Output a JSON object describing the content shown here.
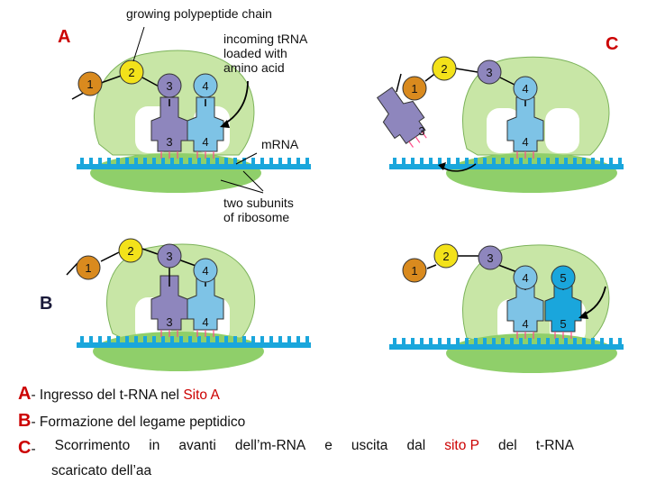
{
  "labels": {
    "growing_chain": "growing polypeptide chain",
    "incoming_trna": [
      "incoming tRNA",
      "loaded with",
      "amino acid"
    ],
    "mrna": "mRNA",
    "subunits": [
      "two subunits",
      "of ribosome"
    ]
  },
  "panel_letters": {
    "a": "A",
    "b": "B",
    "c": "C"
  },
  "amino_acids": {
    "aa1": "1",
    "aa2": "2",
    "aa3": "3",
    "aa4": "4",
    "aa5": "5"
  },
  "trna_codes": {
    "t3": "3",
    "t4": "4",
    "t5": "5"
  },
  "caption": {
    "a_letter": "A",
    "a_text": "- Ingresso del  t-RNA nel ",
    "a_red": "Sito A",
    "b_letter": "B",
    "b_text": "- Formazione del legame peptidico",
    "c_letter": "C",
    "c_words": [
      "-",
      "Scorrimento",
      "in",
      "avanti",
      "dell’m-RNA",
      "e",
      "uscita",
      "dal"
    ],
    "c_red": "sito P",
    "c_words_end": [
      "del",
      "t-RNA"
    ],
    "c_line2": "scaricato dell’aa"
  },
  "colors": {
    "ribosome_small": "#8fcf6a",
    "ribosome_large": "#c8e6a6",
    "mrna": "#1aa6dc",
    "aa1": "#d98a1e",
    "aa2": "#f3e21a",
    "aa3": "#8e86bd",
    "aa4": "#7ec3e6",
    "aa5": "#1aa6dc",
    "letter_red": "#cc0000"
  }
}
